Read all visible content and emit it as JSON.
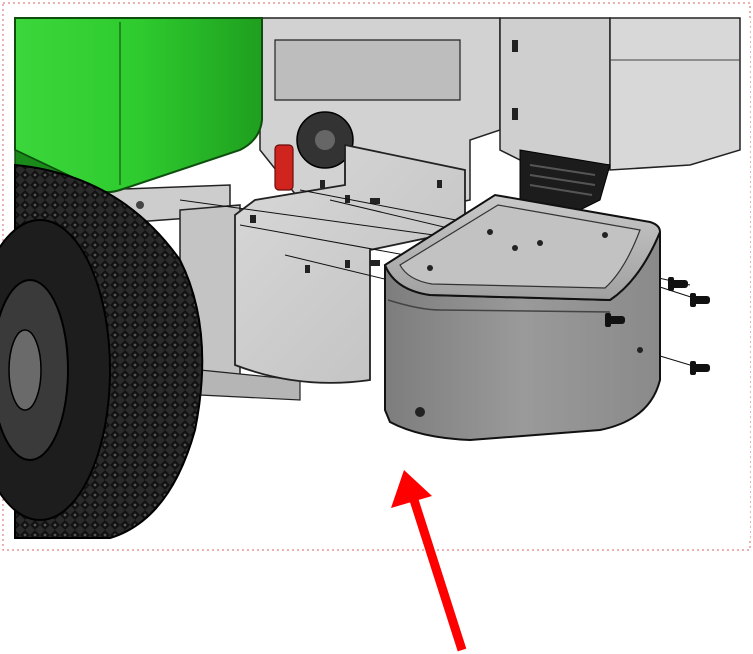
{
  "figure": {
    "kind": "exploded-assembly-illustration",
    "components": [
      {
        "name": "green-body-panel",
        "color": "#2fc42f"
      },
      {
        "name": "rear-tire",
        "color": "#1a1a1a"
      },
      {
        "name": "mounting-bracket-plate",
        "color": "#cfcfcf"
      },
      {
        "name": "bin-enclosure",
        "color": "#8e8e8e"
      },
      {
        "name": "fastener-bolt",
        "count": 4,
        "color": "#111111"
      },
      {
        "name": "red-indicator-part",
        "color": "#d0251f"
      }
    ],
    "frame": {
      "border": "dotted",
      "color": "#e08080"
    },
    "pointer_arrow": {
      "color": "#ff0000",
      "direction": "up-left"
    }
  }
}
